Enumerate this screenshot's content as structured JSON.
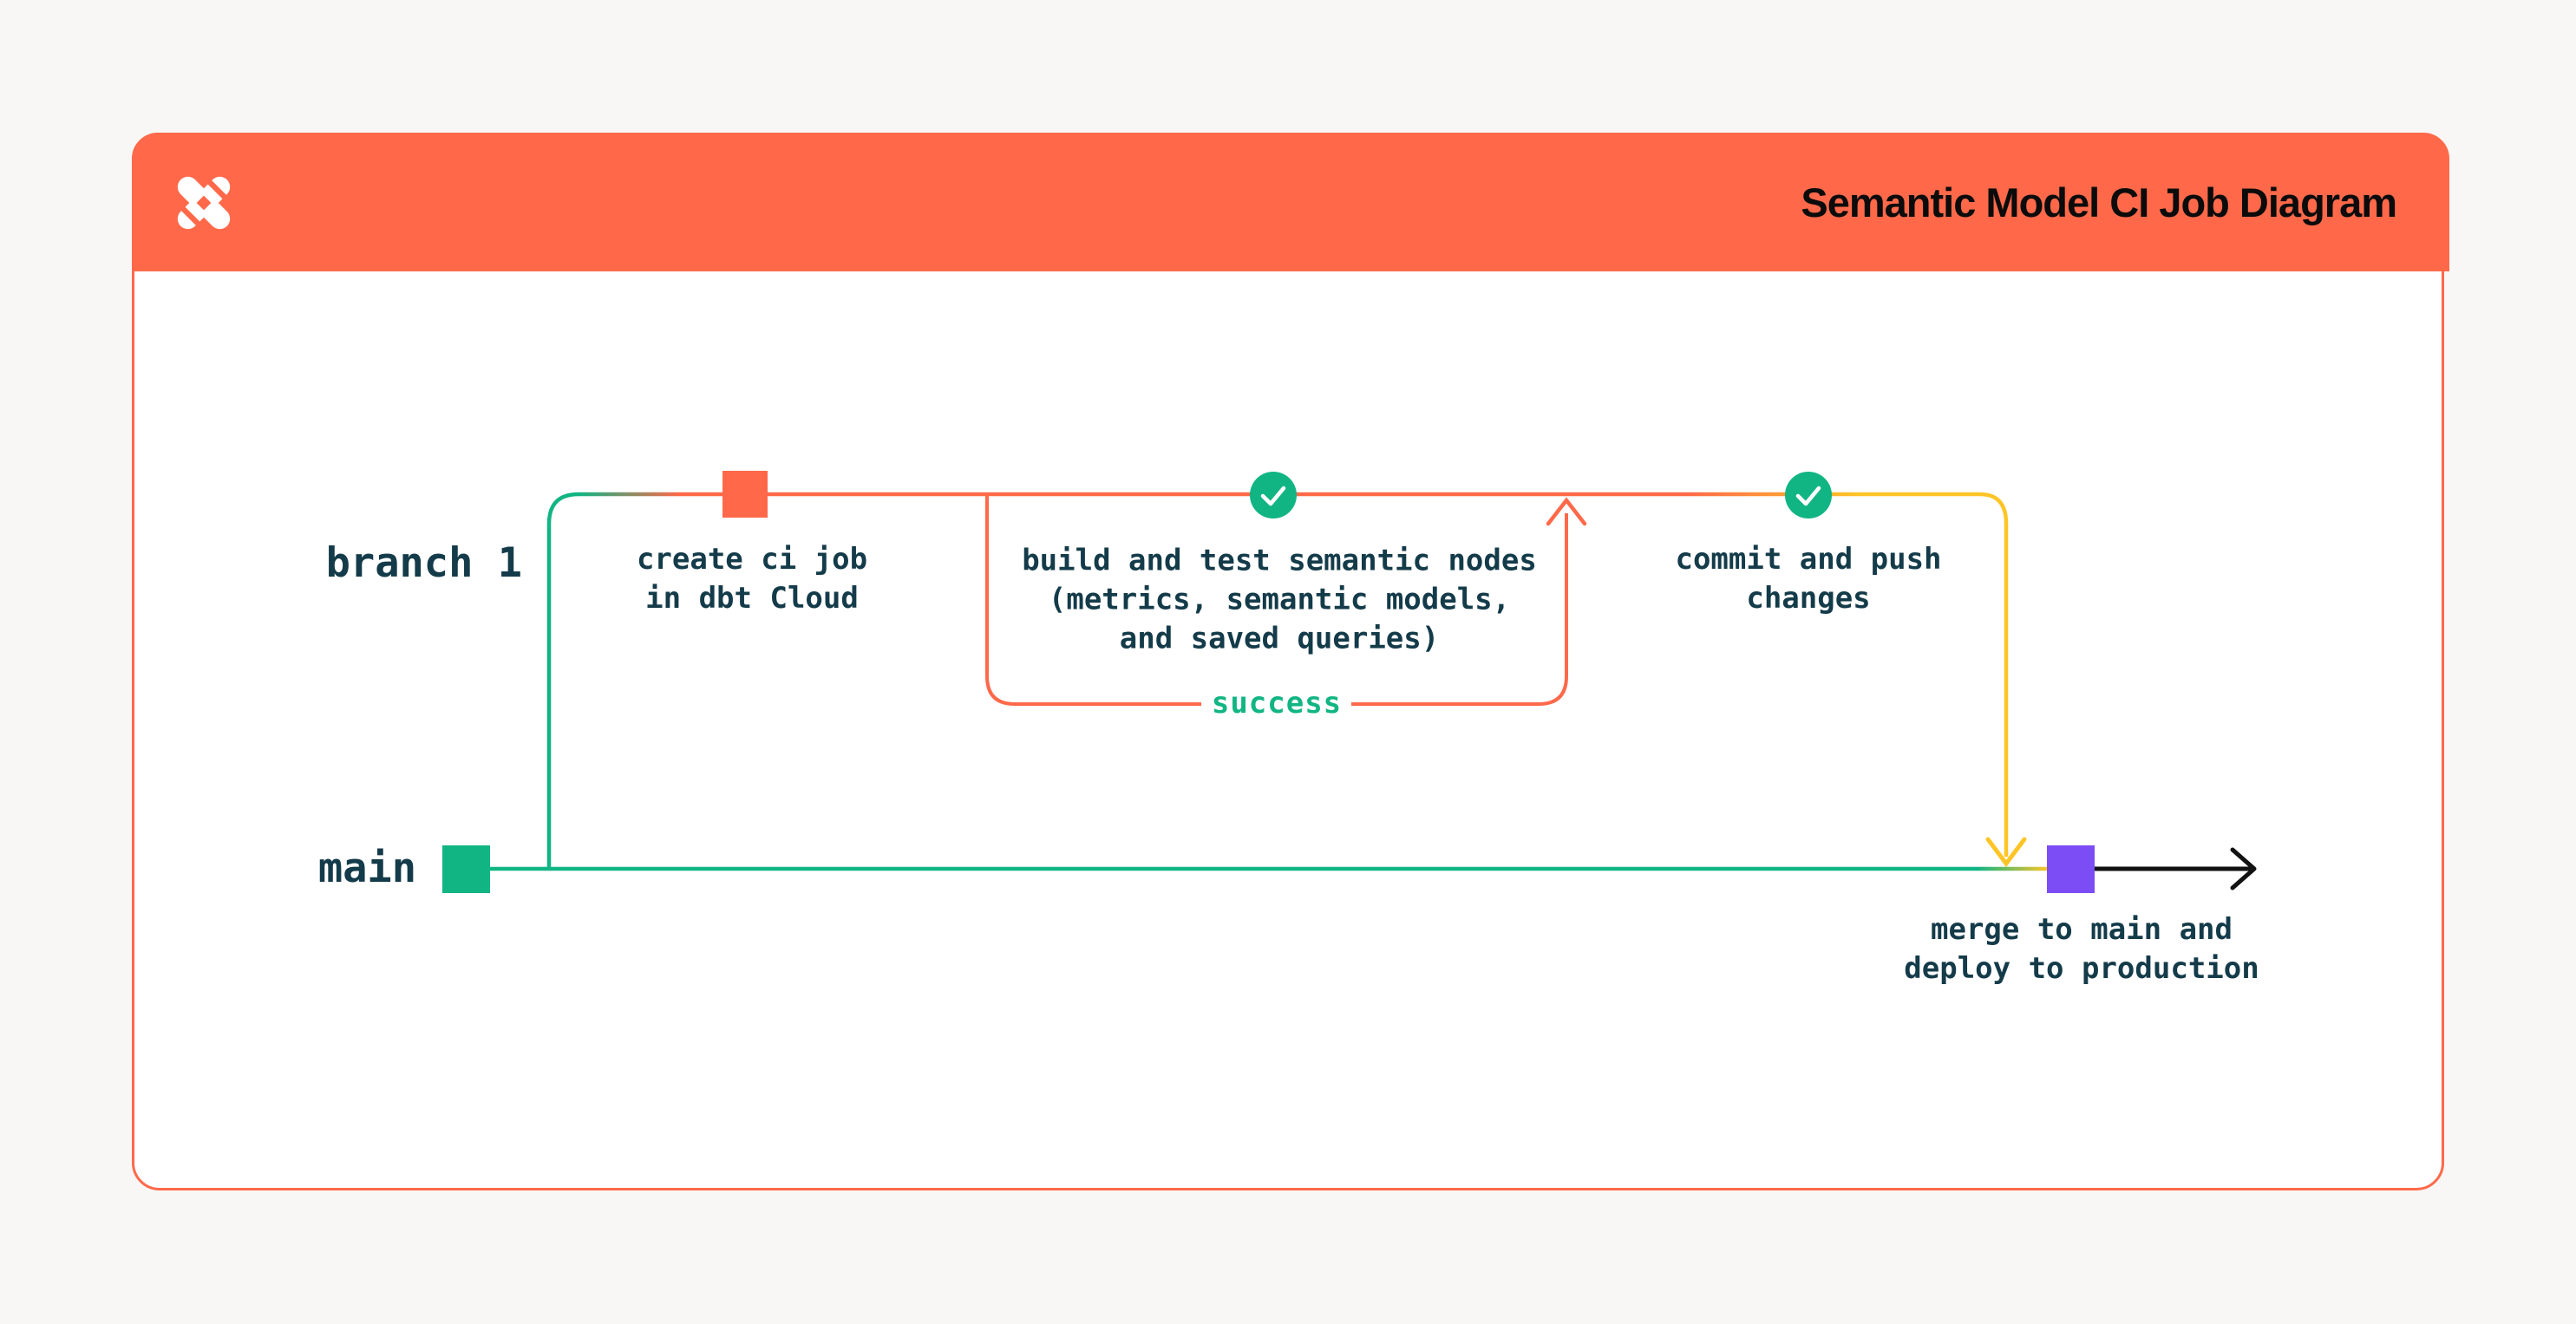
{
  "theme": {
    "orange": "#FF694A",
    "green": "#11B583",
    "yellow": "#FFC527",
    "purple": "#7C4CF5",
    "ink": "#143B49",
    "title-ink": "#0B0B0B",
    "page-bg": "#F8F7F5",
    "card-bg": "#FFFFFF",
    "arrow-black": "#111111"
  },
  "header": {
    "title": "Semantic Model CI Job Diagram",
    "logo": "dbt-logo"
  },
  "diagram": {
    "branch_labels": {
      "branch1": "branch 1",
      "main": "main"
    },
    "nodes": {
      "create_ci_job": {
        "label": "create ci job\nin dbt Cloud",
        "marker": "orange-commit-square"
      },
      "build_and_test": {
        "label": "build and test semantic nodes\n(metrics, semantic models,\nand saved queries)",
        "marker": "check-circle"
      },
      "commit_and_push": {
        "label": "commit and push\nchanges",
        "marker": "check-circle"
      },
      "merge_to_main": {
        "label": "merge to main and\ndeploy to production",
        "marker": "purple-commit-square"
      }
    },
    "loop": {
      "label": "success"
    }
  }
}
